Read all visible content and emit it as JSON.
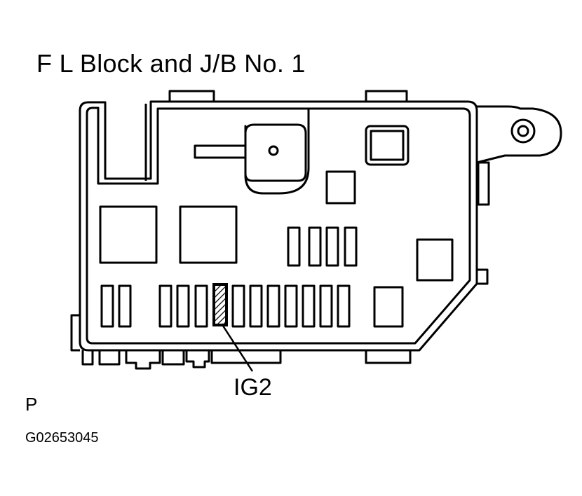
{
  "diagram": {
    "title": "F L Block and J/B No. 1",
    "highlighted_fuse_label": "IG2",
    "corner_marker": "P",
    "figure_id": "G02653045"
  },
  "colors": {
    "line": "#000000",
    "background": "#ffffff"
  }
}
